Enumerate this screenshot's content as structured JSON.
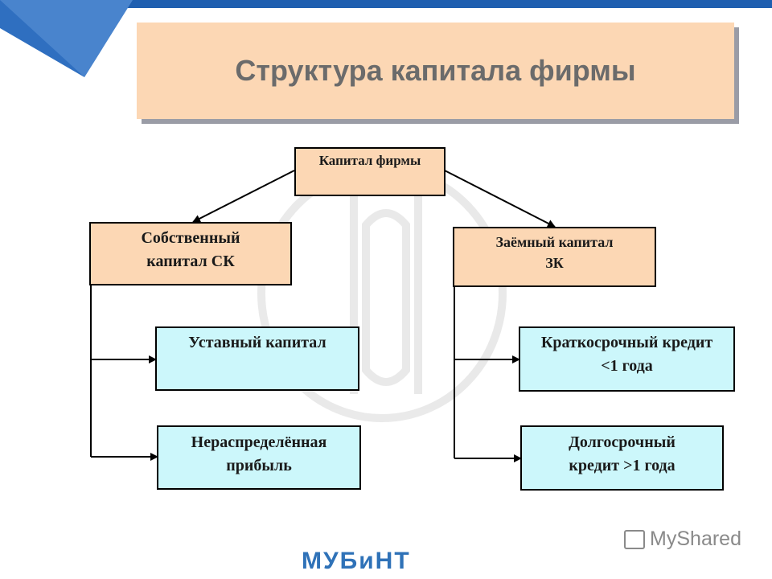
{
  "title": "Структура капитала фирмы",
  "nodes": {
    "root": "Капитал фирмы",
    "equity": "Собственный капитал СК",
    "debt": "Заёмный капитал ЗК",
    "authorized": "Уставный капитал",
    "retained": "Нераспределённая прибыль",
    "short_credit": "Краткосрочный кредит <1 года",
    "long_credit": "Долгосрочный кредит >1 года"
  },
  "watermark": {
    "site": "MyShared",
    "logo": "МУБиНТ"
  },
  "colors": {
    "peach": "#fcd7b4",
    "cyan": "#ccf7fb",
    "accent_blue": "#2f72b8"
  }
}
